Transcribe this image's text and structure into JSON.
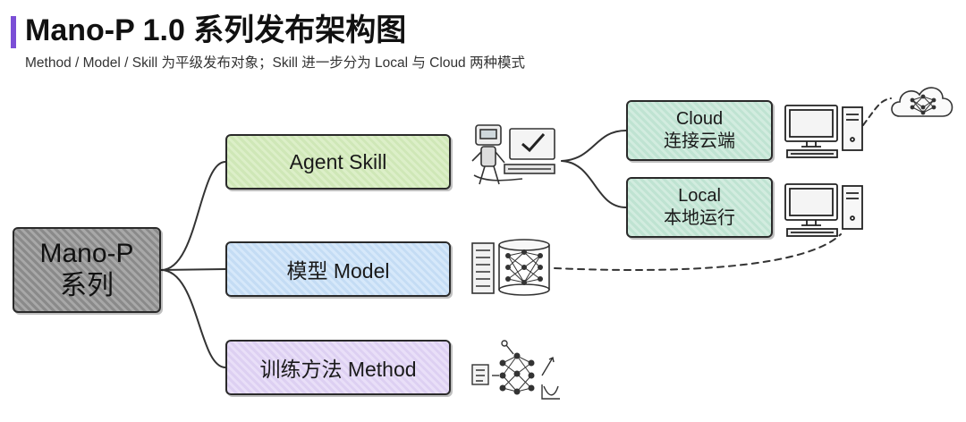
{
  "header": {
    "title": "Mano-P 1.0 系列发布架构图",
    "subtitle": "Method / Model / Skill 为平级发布对象；Skill 进一步分为 Local 与 Cloud 两种模式"
  },
  "root": {
    "line1": "Mano-P",
    "line2": "系列"
  },
  "branches": {
    "skill": "Agent Skill",
    "model": "模型 Model",
    "method": "训练方法 Method"
  },
  "skill_modes": {
    "cloud": {
      "line1": "Cloud",
      "line2": "连接云端"
    },
    "local": {
      "line1": "Local",
      "line2": "本地运行"
    }
  },
  "icons": {
    "skill": "robot-at-computer-icon",
    "model": "server-neural-network-icon",
    "method": "neural-network-training-icon",
    "cloud_pc": "desktop-computer-icon",
    "local_pc": "desktop-computer-icon",
    "cloud": "cloud-server-icon"
  },
  "colors": {
    "accent": "#7b4fd6",
    "skill": "#cfe7b7",
    "model": "#c4dcf4",
    "method": "#ddd0f2",
    "modes": "#bfe3d2",
    "root": "#999999"
  }
}
